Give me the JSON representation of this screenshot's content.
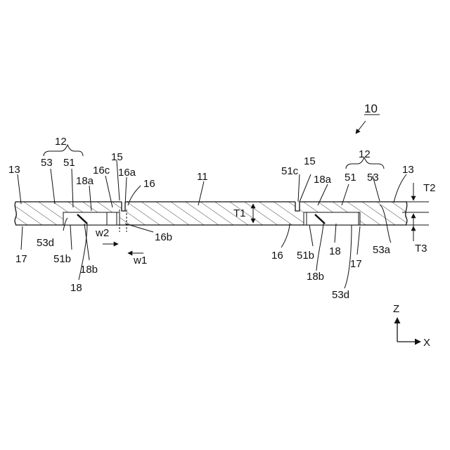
{
  "figure_number": "10",
  "labels": {
    "ref_12_left": "12",
    "ref_53_left": "53",
    "ref_51_left": "51",
    "ref_13_left": "13",
    "ref_15_left": "15",
    "ref_16c": "16c",
    "ref_16a": "16a",
    "ref_18a_left": "18a",
    "ref_16_left_top": "16",
    "ref_11": "11",
    "ref_T1": "T1",
    "ref_53d_left": "53d",
    "ref_17_left": "17",
    "ref_51b_left": "51b",
    "ref_18b_left": "18b",
    "ref_18_left": "18",
    "ref_w2": "w2",
    "ref_w1": "w1",
    "ref_16b": "16b",
    "ref_51c": "51c",
    "ref_15_right": "15",
    "ref_18a_right": "18a",
    "ref_12_right": "12",
    "ref_51_right": "51",
    "ref_53_right": "53",
    "ref_13_right": "13",
    "ref_T2": "T2",
    "ref_T3": "T3",
    "ref_53a": "53a",
    "ref_16_right": "16",
    "ref_51b_right": "51b",
    "ref_18_right": "18",
    "ref_18b_right": "18b",
    "ref_17_right": "17",
    "ref_53d_right": "53d"
  },
  "axes": {
    "z_label": "Z",
    "x_label": "X"
  }
}
